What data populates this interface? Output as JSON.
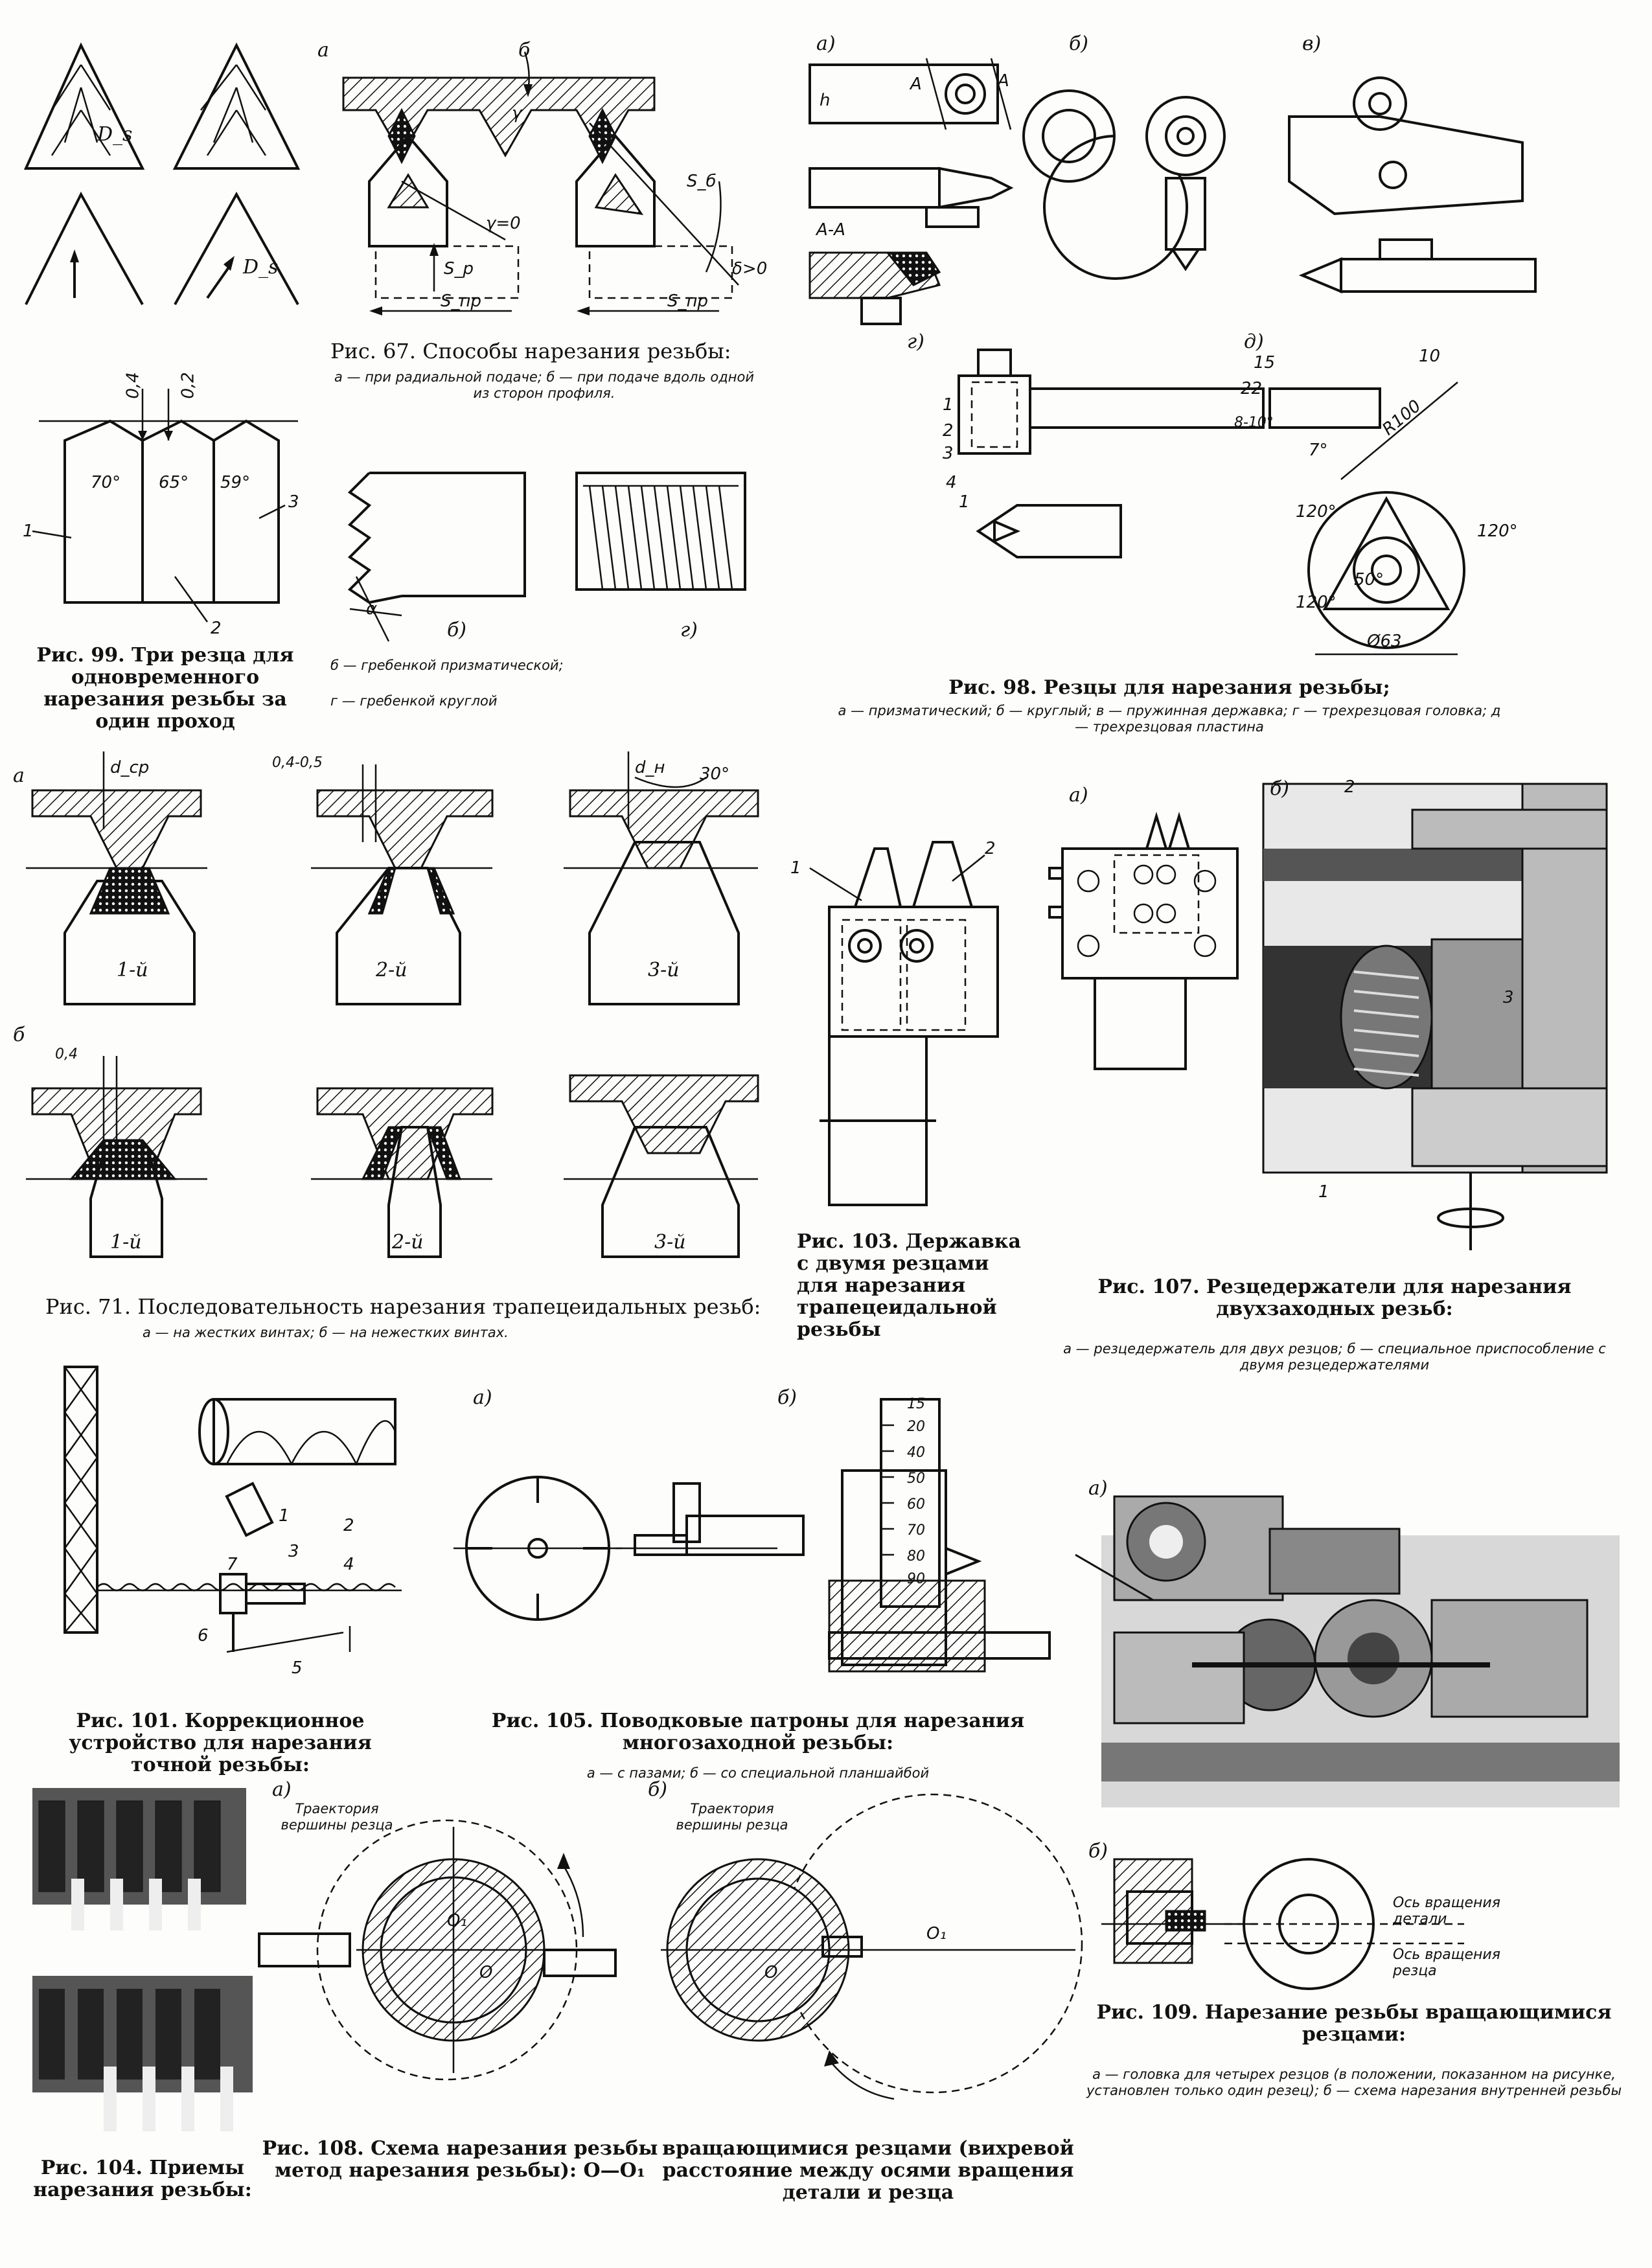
{
  "fig99": {
    "caption": "Рис. 99. Три резца для одновременного нарезания резьбы за один проход",
    "angles": [
      "70°",
      "65°",
      "59°"
    ],
    "depths": [
      "0,4",
      "0,2"
    ],
    "parts": [
      "1",
      "2",
      "3"
    ],
    "feeds": [
      "D_s",
      "D_s"
    ]
  },
  "fig67": {
    "caption": "Рис. 67. Способы нарезания резьбы:",
    "legend": "а — при радиальной подаче; б — при подаче вдоль одной из сторон профиля.",
    "letters": [
      "а",
      "б"
    ],
    "symbols": [
      "γ",
      "γ=0",
      "S_р",
      "S_пр",
      "S_б",
      "δ>0",
      "S_пр"
    ]
  },
  "fig_comb": {
    "letters": [
      "б)",
      "г)"
    ],
    "legend_b": "б — гребенкой призматической;",
    "legend_g": "г — гребенкой круглой",
    "angle": "α"
  },
  "fig98": {
    "caption": "Рис. 98. Резцы для нарезания резьбы;",
    "legend": "а — призматический; б — круглый; в — пружинная державка; г — трехрезцовая головка; д — трехрезцовая пластина",
    "letters": [
      "а)",
      "б)",
      "в)",
      "г)",
      "д)"
    ],
    "section": "А-А",
    "marks": [
      "А",
      "А",
      "h"
    ],
    "parts": [
      "1",
      "2",
      "3",
      "4",
      "1"
    ],
    "dims": [
      "15",
      "22",
      "8-10°",
      "R100",
      "7°",
      "120°",
      "120°",
      "120°",
      "50°",
      "Ø63",
      "10"
    ]
  },
  "fig71": {
    "caption": "Рис. 71. Последовательность нарезания трапецеидальных резьб:",
    "legend": "а — на жестких винтах; б — на нежестких винтах.",
    "letters": [
      "а",
      "б"
    ],
    "passes_a": [
      "1-й",
      "2-й",
      "3-й"
    ],
    "passes_b": [
      "1-й",
      "2-й",
      "3-й"
    ],
    "dims": [
      "d_ср",
      "0,4-0,5",
      "d_н",
      "30°",
      "0,4"
    ]
  },
  "fig103": {
    "caption": "Рис. 103. Державка с двумя резцами для нарезания трапецеидальной резьбы",
    "parts": [
      "1",
      "2"
    ]
  },
  "fig107": {
    "caption": "Рис. 107. Резцедержатели для нарезания двухзаходных резьб:",
    "legend": "а — резцедержатель для двух резцов; б — специальное приспособление с двумя резцедержателями",
    "letters": [
      "а)",
      "б)"
    ],
    "parts": [
      "1",
      "2",
      "3"
    ]
  },
  "fig101": {
    "caption": "Рис. 101. Коррекционное устройство для нарезания точной резьбы:",
    "parts": [
      "1",
      "2",
      "3",
      "4",
      "5",
      "6",
      "7"
    ]
  },
  "fig105": {
    "caption": "Рис. 105. Поводковые патроны для нарезания многозаходной резьбы:",
    "legend": "а — с пазами; б — со специальной планшайбой",
    "letters": [
      "а)",
      "б)"
    ],
    "scale": [
      "15",
      "20",
      "40",
      "50",
      "60",
      "70",
      "80",
      "90"
    ]
  },
  "fig109": {
    "caption": "Рис. 109. Нарезание резьбы вращающимися резцами:",
    "legend": "а — головка для четырех резцов (в положении, показанном на рисунке, установлен только один резец); б — схема нарезания внутренней резьбы",
    "letters": [
      "а)",
      "б)"
    ],
    "axis_part": "Ось вращения детали",
    "axis_tool": "Ось вращения резца"
  },
  "fig104": {
    "caption": "Рис. 104. Приемы нарезания резьбы:"
  },
  "fig108": {
    "caption_left": "Рис. 108. Схема нарезания резьбы метод нарезания резьбы): O—O₁",
    "caption_right": "вращающимися резцами (вихревой расстояние между осями вращения детали и резца",
    "letters": [
      "а)",
      "б)"
    ],
    "trajectory": "Траектория вершины резца",
    "centers": [
      "O₁",
      "O",
      "O₁",
      "O"
    ]
  }
}
